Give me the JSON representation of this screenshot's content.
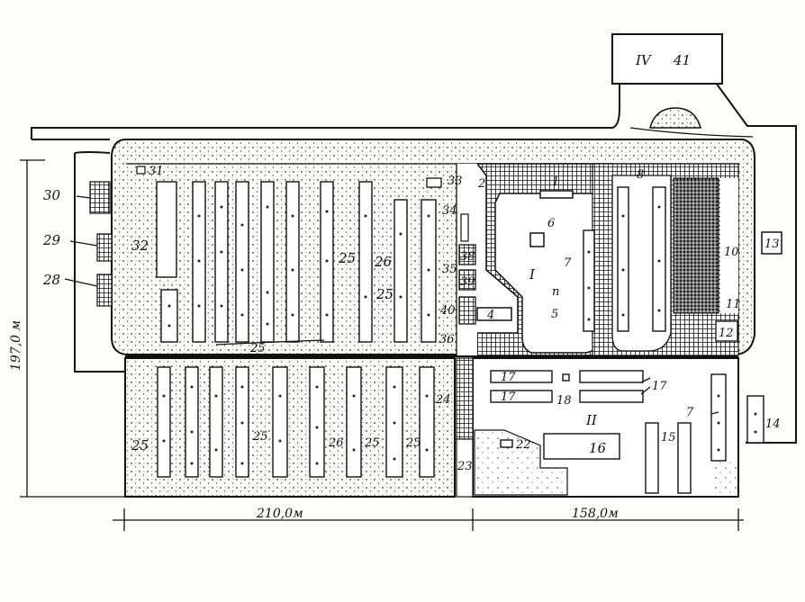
{
  "dimensions": {
    "width_left": "210,0м",
    "width_right": "158,0м",
    "height": "197,0 м"
  },
  "zones": {
    "I": "I",
    "II": "II",
    "IV": "IV"
  },
  "labels": {
    "n1": "1",
    "n2": "2",
    "n4": "4",
    "n5": "5",
    "n6": "6",
    "n7": "7",
    "n7b": "7",
    "n8": "8",
    "n10": "10",
    "n11": "11",
    "n12": "12",
    "n13": "13",
    "n14": "14",
    "n15": "15",
    "n16": "16",
    "n17a": "17",
    "n17b": "17",
    "n17c": "17",
    "n18": "18",
    "n22": "22",
    "n23": "23",
    "n24": "24",
    "n25a": "25",
    "n25b": "25",
    "n25c": "25",
    "n25d": "25",
    "n25e": "25",
    "n25f": "25",
    "n26a": "26",
    "n26b": "26",
    "n28": "28",
    "n29": "29",
    "n30": "30",
    "n31": "31",
    "n32": "32",
    "n33": "33",
    "n34": "34",
    "n35": "35",
    "n36": "36",
    "n38": "38",
    "n39": "39",
    "n40": "40",
    "n41": "41",
    "n5b": "n"
  }
}
